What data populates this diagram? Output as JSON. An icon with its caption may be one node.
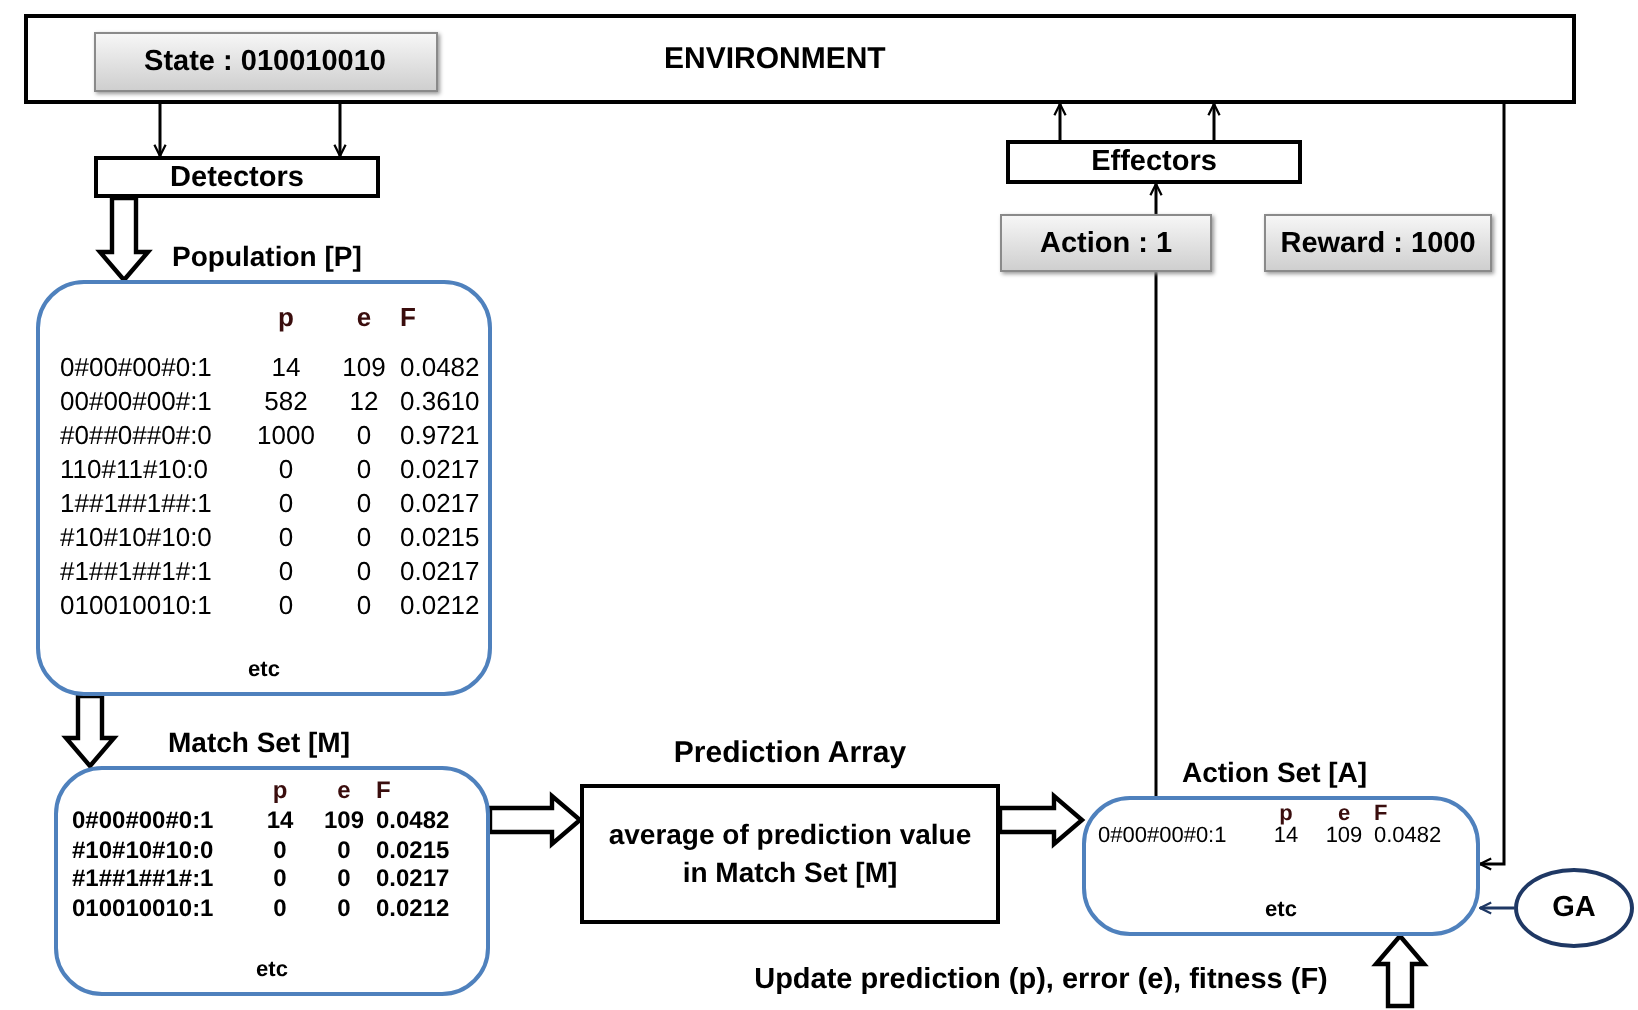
{
  "diagram": {
    "nodes": [
      {
        "text": [
          "ENVIRONMENT"
        ]
      },
      {
        "text": [
          "State : 010010010"
        ],
        "in": 0
      },
      {
        "text": [
          "Detectors"
        ]
      },
      {
        "text": [
          "Effectors"
        ]
      },
      {
        "text": [
          "Action : 1"
        ]
      },
      {
        "text": [
          "Reward : 1000"
        ]
      },
      {
        "text": [
          "Population [P]",
          "p",
          "e",
          "F",
          "0#00#00#0:1",
          "14",
          "109",
          "0.0482",
          "00#00#00#:1",
          "582",
          "12",
          "0.3610",
          "#0##0##0#:0",
          "1000",
          "0",
          "0.9721",
          "110#11#10:0",
          "0",
          "0",
          "0.0217",
          "1##1##1##:1",
          "0",
          "0",
          "0.0217",
          "#10#10#10:0",
          "0",
          "0",
          "0.0215",
          "#1##1##1#:1",
          "0",
          "0",
          "0.0217",
          "010010010:1",
          "0",
          "0",
          "0.0212",
          "etc"
        ]
      },
      {
        "text": [
          "Match Set [M]",
          "p",
          "e",
          "F",
          "0#00#00#0:1",
          "14",
          "109",
          "0.0482",
          "#10#10#10:0",
          "0",
          "0",
          "0.0215",
          "#1##1##1#:1",
          "0",
          "0",
          "0.0217",
          "010010010:1",
          "0",
          "0",
          "0.0212",
          "etc"
        ]
      },
      {
        "text": [
          "Prediction Array",
          "average of prediction value in Match Set [M]"
        ]
      },
      {
        "text": [
          "Action Set [A]",
          "p",
          "e",
          "F",
          "0#00#00#0:1",
          "14",
          "109",
          "0.0482",
          "etc"
        ]
      },
      {
        "text": [
          "GA"
        ]
      },
      {
        "text": [
          "Update prediction (p), error (e), fitness (F)"
        ]
      }
    ],
    "edges": [
      {
        "from": 0,
        "to": 2,
        "arrow": "to"
      },
      {
        "from": 0,
        "to": 2,
        "arrow": "to"
      },
      {
        "from": 3,
        "to": 0,
        "arrow": "to"
      },
      {
        "from": 3,
        "to": 0,
        "arrow": "to"
      },
      {
        "from": 4,
        "to": 3,
        "arrow": "to"
      },
      {
        "from": 9,
        "to": 4,
        "arrow": "none"
      },
      {
        "from": 0,
        "to": 9,
        "arrow": "to"
      },
      {
        "from": 10,
        "to": 9,
        "arrow": "to",
        "color": "#1f3864"
      },
      {
        "from": 2,
        "to": 6,
        "arrow": "to",
        "style": "thick"
      },
      {
        "from": 6,
        "to": 7,
        "arrow": "to",
        "style": "thick"
      },
      {
        "from": 7,
        "to": 8,
        "arrow": "to",
        "style": "thick"
      },
      {
        "from": 8,
        "to": 9,
        "arrow": "to",
        "style": "thick"
      },
      {
        "from": 11,
        "to": 9,
        "arrow": "to",
        "style": "thick"
      }
    ]
  }
}
